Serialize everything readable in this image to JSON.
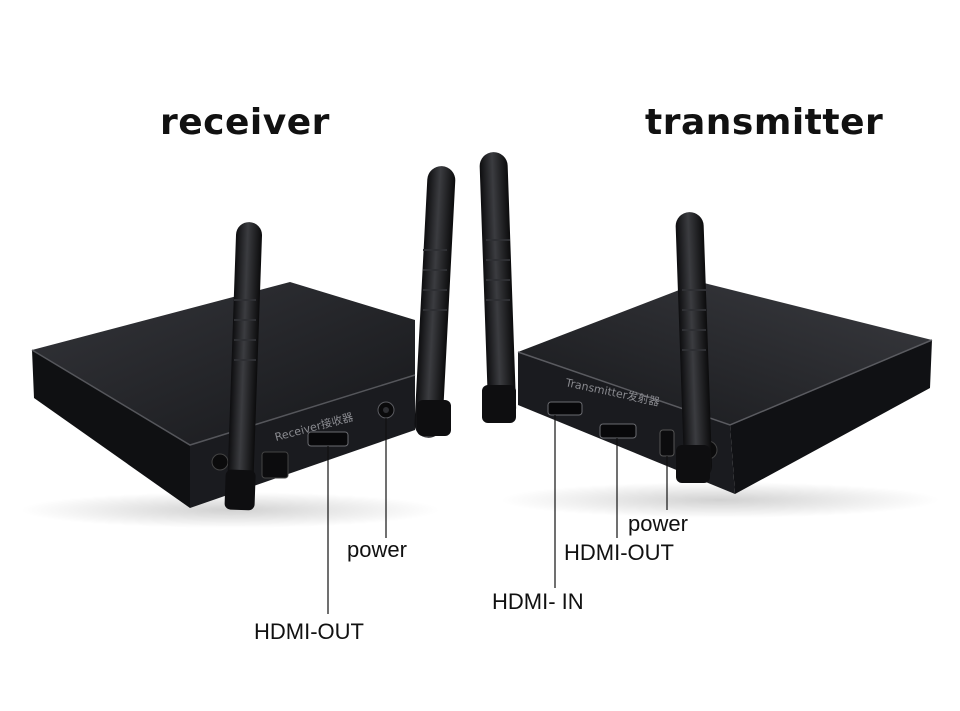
{
  "titles": {
    "receiver": "receiver",
    "transmitter": "transmitter"
  },
  "device_labels": {
    "receiver": "Receiver接收器",
    "transmitter": "Transmitter发射器"
  },
  "callouts": {
    "receiver_power": "power",
    "receiver_hdmi_out": "HDMI-OUT",
    "transmitter_power": "power",
    "transmitter_hdmi_out": "HDMI-OUT",
    "transmitter_hdmi_in": "HDMI- IN"
  },
  "colors": {
    "background": "#ffffff",
    "device_body": "#16171b",
    "device_top": "#232428",
    "antenna": "#141416",
    "text": "#111111"
  }
}
